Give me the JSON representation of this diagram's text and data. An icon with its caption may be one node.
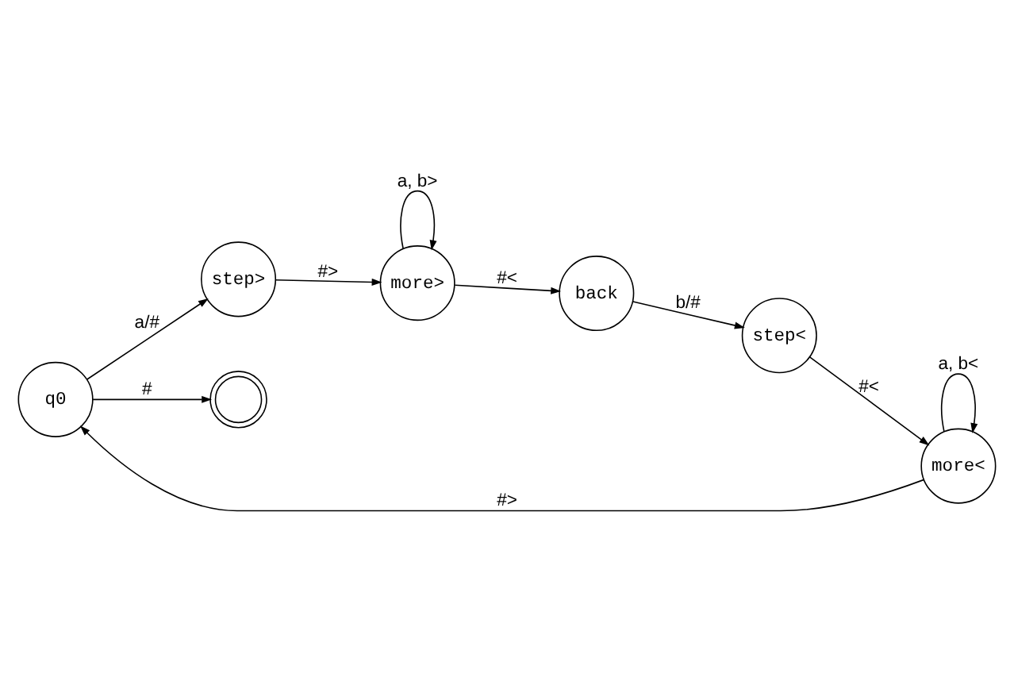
{
  "diagram": {
    "nodes": [
      {
        "text": [
          "q0"
        ]
      },
      {
        "text": [
          "step>"
        ]
      },
      {
        "text": [
          "more>"
        ]
      },
      {
        "text": [
          "back"
        ]
      },
      {
        "text": [
          "step<"
        ]
      },
      {
        "text": [
          "more<"
        ]
      },
      {
        "text": [],
        "shape": "doublecircle"
      }
    ],
    "edges": [
      {
        "from": 0,
        "to": 1,
        "arrow": "to",
        "label": "a/#"
      },
      {
        "from": 1,
        "to": 2,
        "arrow": "to",
        "label": "#>"
      },
      {
        "from": 2,
        "to": 2,
        "arrow": "to",
        "label": "a, b>"
      },
      {
        "from": 2,
        "to": 3,
        "arrow": "to",
        "label": "#<"
      },
      {
        "from": 3,
        "to": 4,
        "arrow": "to",
        "label": "b/#"
      },
      {
        "from": 4,
        "to": 5,
        "arrow": "to",
        "label": "#<"
      },
      {
        "from": 5,
        "to": 5,
        "arrow": "to",
        "label": "a, b<"
      },
      {
        "from": 5,
        "to": 0,
        "arrow": "to",
        "label": "#>"
      },
      {
        "from": 0,
        "to": 6,
        "arrow": "to",
        "label": "#"
      }
    ]
  }
}
